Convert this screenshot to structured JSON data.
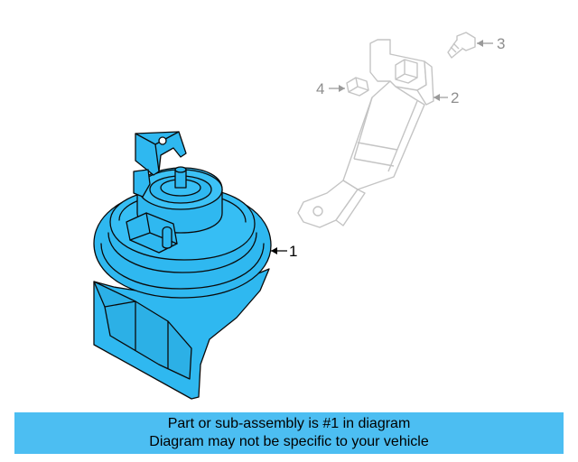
{
  "callouts": [
    {
      "number": "1",
      "part": "horn",
      "highlighted": true
    },
    {
      "number": "2",
      "part": "bracket",
      "highlighted": false
    },
    {
      "number": "3",
      "part": "bolt",
      "highlighted": false
    },
    {
      "number": "4",
      "part": "nut",
      "highlighted": false
    }
  ],
  "caption": {
    "line1": "Part or sub-assembly is #1 in diagram",
    "line2": "Diagram may not be specific to your vehicle"
  },
  "colors": {
    "highlight_fill": "#2fb8f0",
    "highlight_stroke": "#0a0a0a",
    "ghost_stroke": "#c4c4c4",
    "caption_bg": "#4cbef2"
  }
}
